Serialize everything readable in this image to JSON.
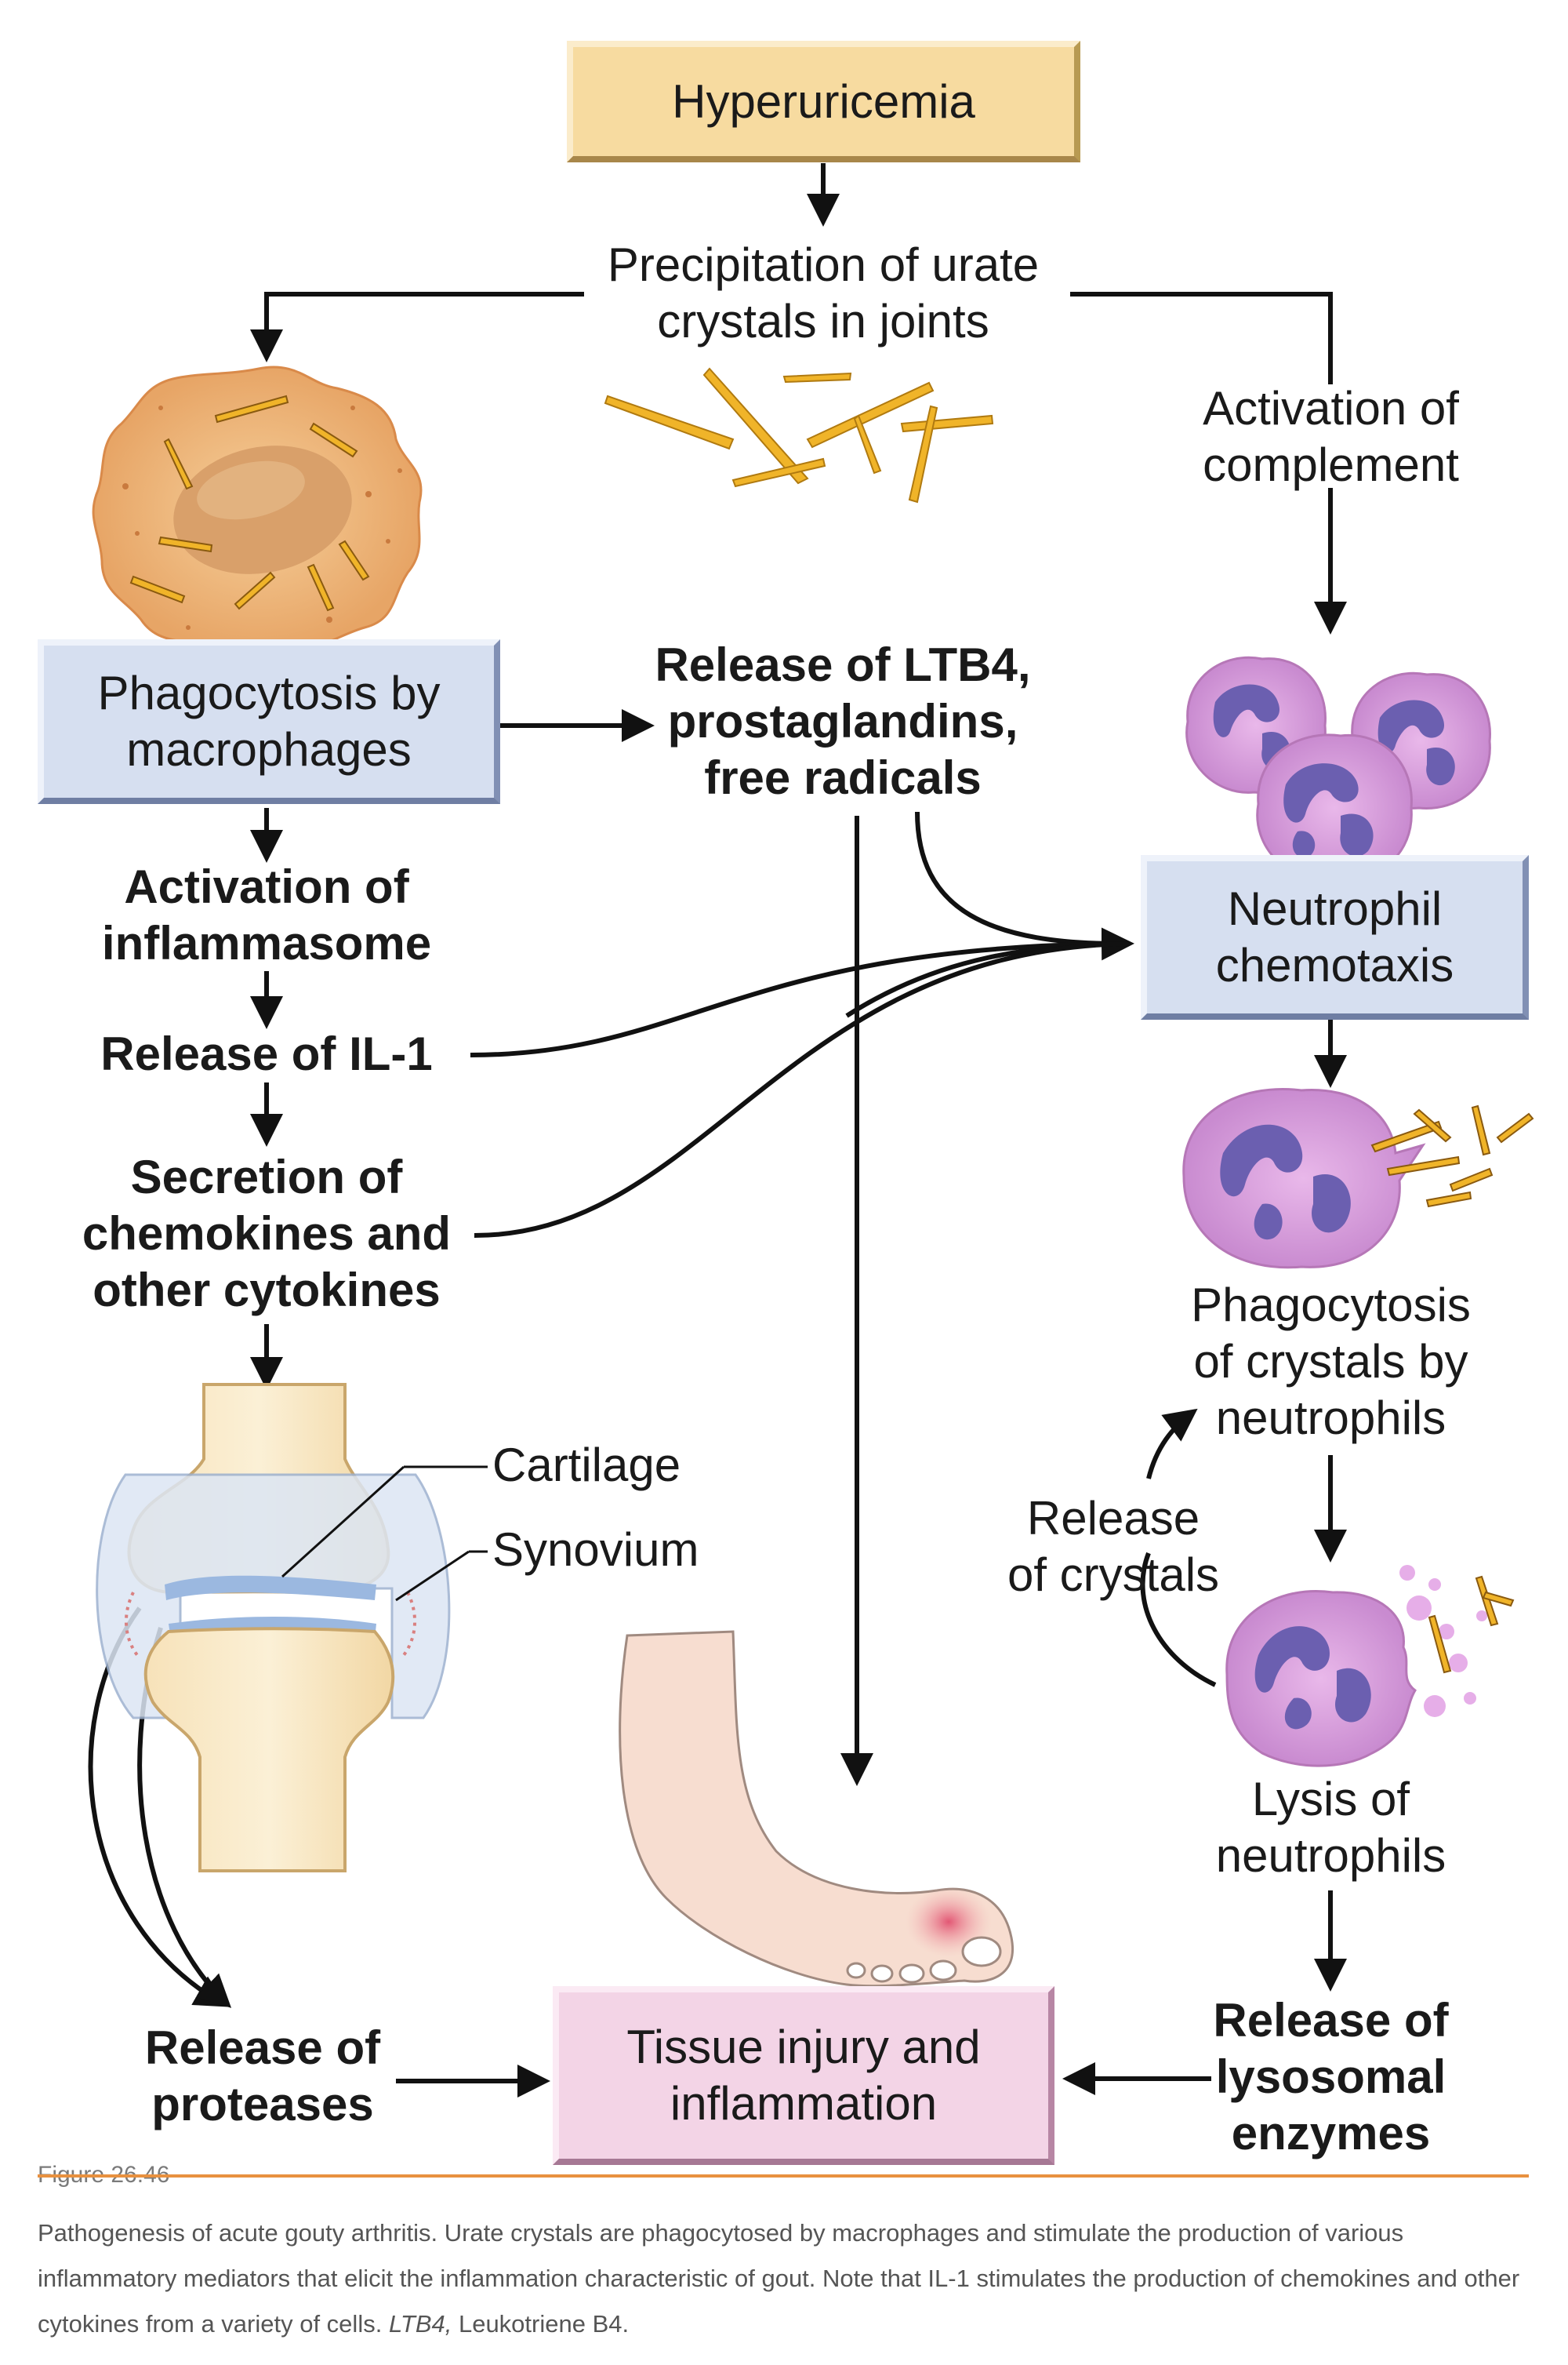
{
  "figure": {
    "nodes": {
      "hyperuricemia": "Hyperuricemia",
      "precipitation": [
        "Precipitation of urate",
        "crystals in joints"
      ],
      "complement": [
        "Activation of",
        "complement"
      ],
      "phagocytosis_macrophages": [
        "Phagocytosis by",
        "macrophages"
      ],
      "release_ltb4": [
        "Release of LTB4,",
        "prostaglandins,",
        "free radicals"
      ],
      "neutrophil_chemotaxis": [
        "Neutrophil",
        "chemotaxis"
      ],
      "inflammasome": [
        "Activation of",
        "inflammasome"
      ],
      "release_il1": "Release of IL-1",
      "secretion": [
        "Secretion of",
        "chemokines and",
        "other cytokines"
      ],
      "cartilage": "Cartilage",
      "synovium": "Synovium",
      "phagocytosis_neutrophils": [
        "Phagocytosis",
        "of crystals by",
        "neutrophils"
      ],
      "release_crystals": [
        "Release",
        "of crystals"
      ],
      "lysis": [
        "Lysis of",
        "neutrophils"
      ],
      "proteases": [
        "Release of",
        "proteases"
      ],
      "tissue_injury": [
        "Tissue injury and",
        "inflammation"
      ],
      "lysosomal": [
        "Release of",
        "lysosomal",
        "enzymes"
      ]
    },
    "colors": {
      "yellow_box": "#f7dba0",
      "blue_box": "#d6dff0",
      "pink_box": "#f3d4e6",
      "crystal": "#f0b429",
      "macrophage": "#eab57c",
      "neutrophil": "#d9a3d9",
      "nucleus": "#6b5fb0",
      "caption_rule": "#e8913f"
    }
  },
  "caption": {
    "figure_number": "Figure 26.46",
    "text_part1": "Pathogenesis of acute gouty arthritis. Urate crystals are phagocytosed by macrophages and stimulate the production of various inflammatory mediators that elicit the inflammation characteristic of gout. Note that IL-1 stimulates the production of chemokines and other cytokines from a variety of cells. ",
    "abbr": "LTB4,",
    "text_part2": " Leukotriene B4."
  }
}
